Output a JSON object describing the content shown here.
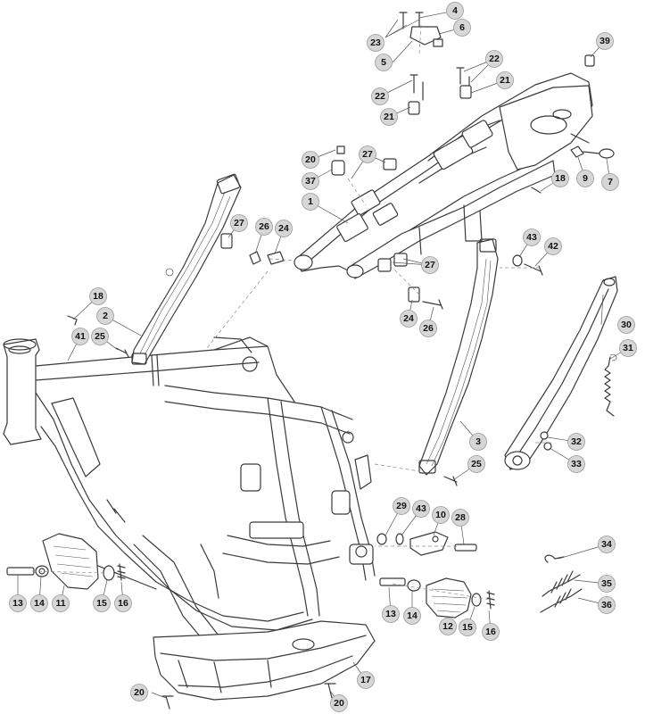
{
  "callouts": [
    {
      "id": "c4",
      "label": "4"
    },
    {
      "id": "c23",
      "label": "23"
    },
    {
      "id": "c6",
      "label": "6"
    },
    {
      "id": "c5",
      "label": "5"
    },
    {
      "id": "c39",
      "label": "39"
    },
    {
      "id": "c22a",
      "label": "22"
    },
    {
      "id": "c22b",
      "label": "22"
    },
    {
      "id": "c21a",
      "label": "21"
    },
    {
      "id": "c21b",
      "label": "21"
    },
    {
      "id": "c20a",
      "label": "20"
    },
    {
      "id": "c27a",
      "label": "27"
    },
    {
      "id": "c37",
      "label": "37"
    },
    {
      "id": "c9",
      "label": "9"
    },
    {
      "id": "c7",
      "label": "7"
    },
    {
      "id": "c18a",
      "label": "18"
    },
    {
      "id": "c1",
      "label": "1"
    },
    {
      "id": "c27b",
      "label": "27"
    },
    {
      "id": "c26a",
      "label": "26"
    },
    {
      "id": "c24a",
      "label": "24"
    },
    {
      "id": "c43a",
      "label": "43"
    },
    {
      "id": "c42",
      "label": "42"
    },
    {
      "id": "c27c",
      "label": "27"
    },
    {
      "id": "c18b",
      "label": "18"
    },
    {
      "id": "c2",
      "label": "2"
    },
    {
      "id": "c41",
      "label": "41"
    },
    {
      "id": "c25a",
      "label": "25"
    },
    {
      "id": "c24b",
      "label": "24"
    },
    {
      "id": "c26b",
      "label": "26"
    },
    {
      "id": "c30",
      "label": "30"
    },
    {
      "id": "c31",
      "label": "31"
    },
    {
      "id": "c3",
      "label": "3"
    },
    {
      "id": "c32",
      "label": "32"
    },
    {
      "id": "c33",
      "label": "33"
    },
    {
      "id": "c25b",
      "label": "25"
    },
    {
      "id": "c29",
      "label": "29"
    },
    {
      "id": "c43b",
      "label": "43"
    },
    {
      "id": "c10",
      "label": "10"
    },
    {
      "id": "c28",
      "label": "28"
    },
    {
      "id": "c34",
      "label": "34"
    },
    {
      "id": "c35",
      "label": "35"
    },
    {
      "id": "c36",
      "label": "36"
    },
    {
      "id": "c13a",
      "label": "13"
    },
    {
      "id": "c14a",
      "label": "14"
    },
    {
      "id": "c11",
      "label": "11"
    },
    {
      "id": "c15a",
      "label": "15"
    },
    {
      "id": "c16a",
      "label": "16"
    },
    {
      "id": "c13b",
      "label": "13"
    },
    {
      "id": "c14b",
      "label": "14"
    },
    {
      "id": "c12",
      "label": "12"
    },
    {
      "id": "c15b",
      "label": "15"
    },
    {
      "id": "c16b",
      "label": "16"
    },
    {
      "id": "c17",
      "label": "17"
    },
    {
      "id": "c20b",
      "label": "20"
    },
    {
      "id": "c20c",
      "label": "20"
    }
  ]
}
